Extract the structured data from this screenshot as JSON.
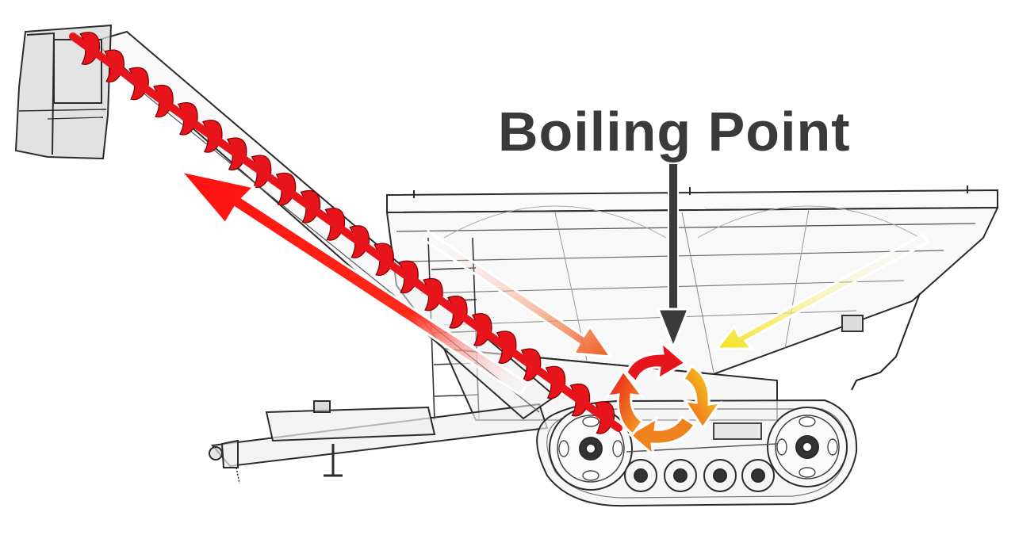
{
  "diagram": {
    "title": "Boiling Point",
    "colors": {
      "auger": "#e8141b",
      "flow_left": "#f05a1e",
      "flow_right": "#f3e21b",
      "pointer": "#3a3a3a",
      "outline": "#2b2b2b"
    },
    "icons": [
      "grain-cart",
      "auger-flight",
      "swirl-arrows",
      "tracks"
    ]
  }
}
